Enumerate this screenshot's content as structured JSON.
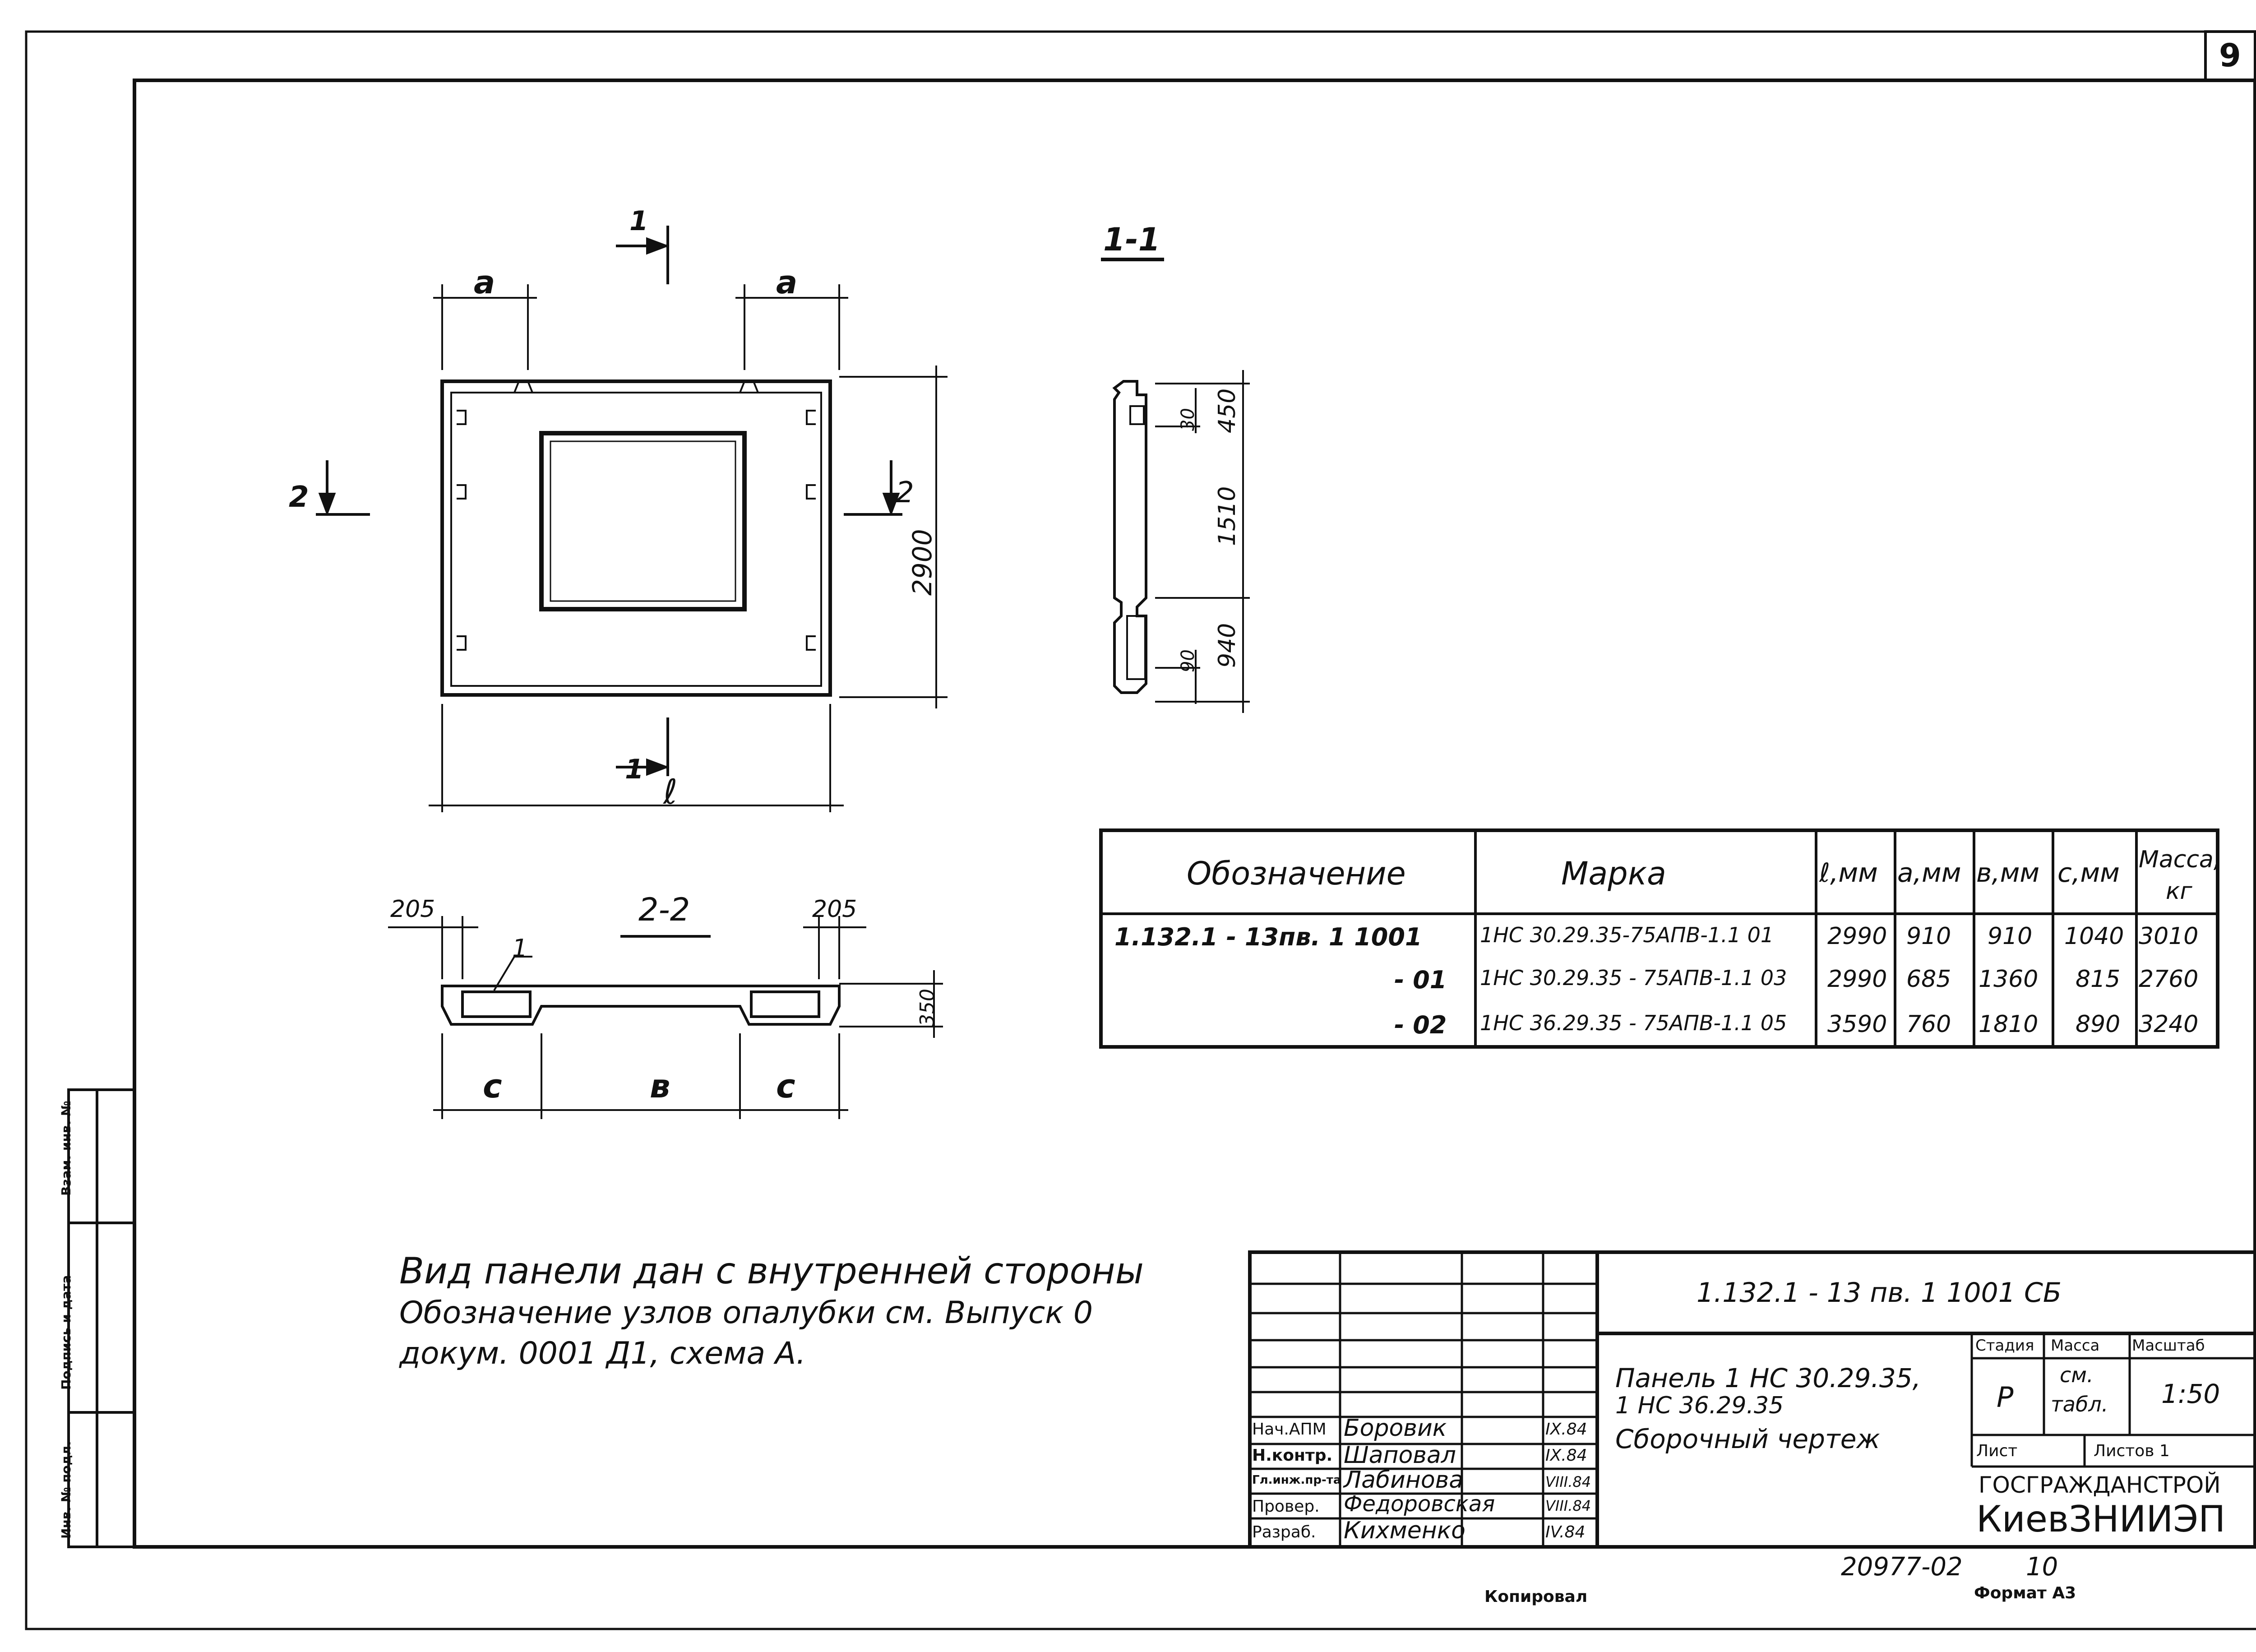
{
  "sheet_number": "9",
  "views": {
    "section_1_1": "1-1",
    "section_2_2": "2-2",
    "cut_1_top": "1",
    "cut_1_bottom": "1",
    "cut_2_left": "2",
    "cut_2_right": "2",
    "dim_a_left": "a",
    "dim_a_right": "a",
    "dim_l": "ℓ",
    "dim_2900": "2900",
    "dim_450": "450",
    "dim_30": "30",
    "dim_1510": "1510",
    "dim_940": "940",
    "dim_90": "90",
    "dim_205_left": "205",
    "dim_205_right": "205",
    "dim_350": "350",
    "dim_c_left": "c",
    "dim_b": "в",
    "dim_c_right": "c",
    "callout_1": "1"
  },
  "spec_table": {
    "headers": [
      "Обозначение",
      "Марка",
      "ℓ,мм",
      "a,мм",
      "в,мм",
      "c,мм",
      "Масса,",
      "кг"
    ],
    "rows": [
      {
        "designation": "1.132.1 - 13пв. 1 1001",
        "mark": "1НС 30.29.35-75АПВ-1.1 01",
        "l": "2990",
        "a": "910",
        "b": "910",
        "c": "1040",
        "mass": "3010"
      },
      {
        "designation": "- 01",
        "mark": "1НС 30.29.35 - 75АПВ-1.1 03",
        "l": "2990",
        "a": "685",
        "b": "1360",
        "c": "815",
        "mass": "2760"
      },
      {
        "designation": "- 02",
        "mark": "1НС 36.29.35 - 75АПВ-1.1 05",
        "l": "3590",
        "a": "760",
        "b": "1810",
        "c": "890",
        "mass": "3240"
      }
    ]
  },
  "notes": {
    "line1": "Вид панели дан с внутренней стороны",
    "line2": "Обозначение узлов опалубки  см. Выпуск 0",
    "line3": "докум. 0001 Д1, схема А."
  },
  "title_block": {
    "code": "1.132.1 - 13 пв.   1    1001  СБ",
    "title_line1": "Панель   1 НС 30.29.35,",
    "title_line2": "1 НС 36.29.35",
    "title_line3": "Сборочный чертеж",
    "stage_label": "Стадия",
    "mass_label": "Масса",
    "scale_label": "Масштаб",
    "stage_value": "Р",
    "mass_value_1": "см.",
    "mass_value_2": "табл.",
    "scale_value": "1:50",
    "sheet_label": "Лист",
    "sheets_label": "Листов 1",
    "org_line1": "ГОСГРАЖДАНСТРОЙ",
    "org_line2": "КиевЗНИИЭП",
    "roles": [
      {
        "role": "Нач.АПМ",
        "name": "Боровик",
        "date": "IX.84"
      },
      {
        "role": "Н.контр.",
        "name": "Шаповал",
        "date": "IX.84"
      },
      {
        "role": "Гл.инж.пр-та",
        "name": "Лабинова",
        "date": "VIII.84"
      },
      {
        "role": "Провер.",
        "name": "Федоровская",
        "date": "VIII.84"
      },
      {
        "role": "Разраб.",
        "name": "Кихменко",
        "date": "IV.84"
      }
    ]
  },
  "side_stamp": {
    "cell1": "Взам. инв. №",
    "cell2": "Подпись и дата",
    "cell3": "Инв. № подл."
  },
  "footer": {
    "doc_number": "20977-02",
    "doc_sheet": "10",
    "copied": "Копировал",
    "format": "Формат А3"
  }
}
